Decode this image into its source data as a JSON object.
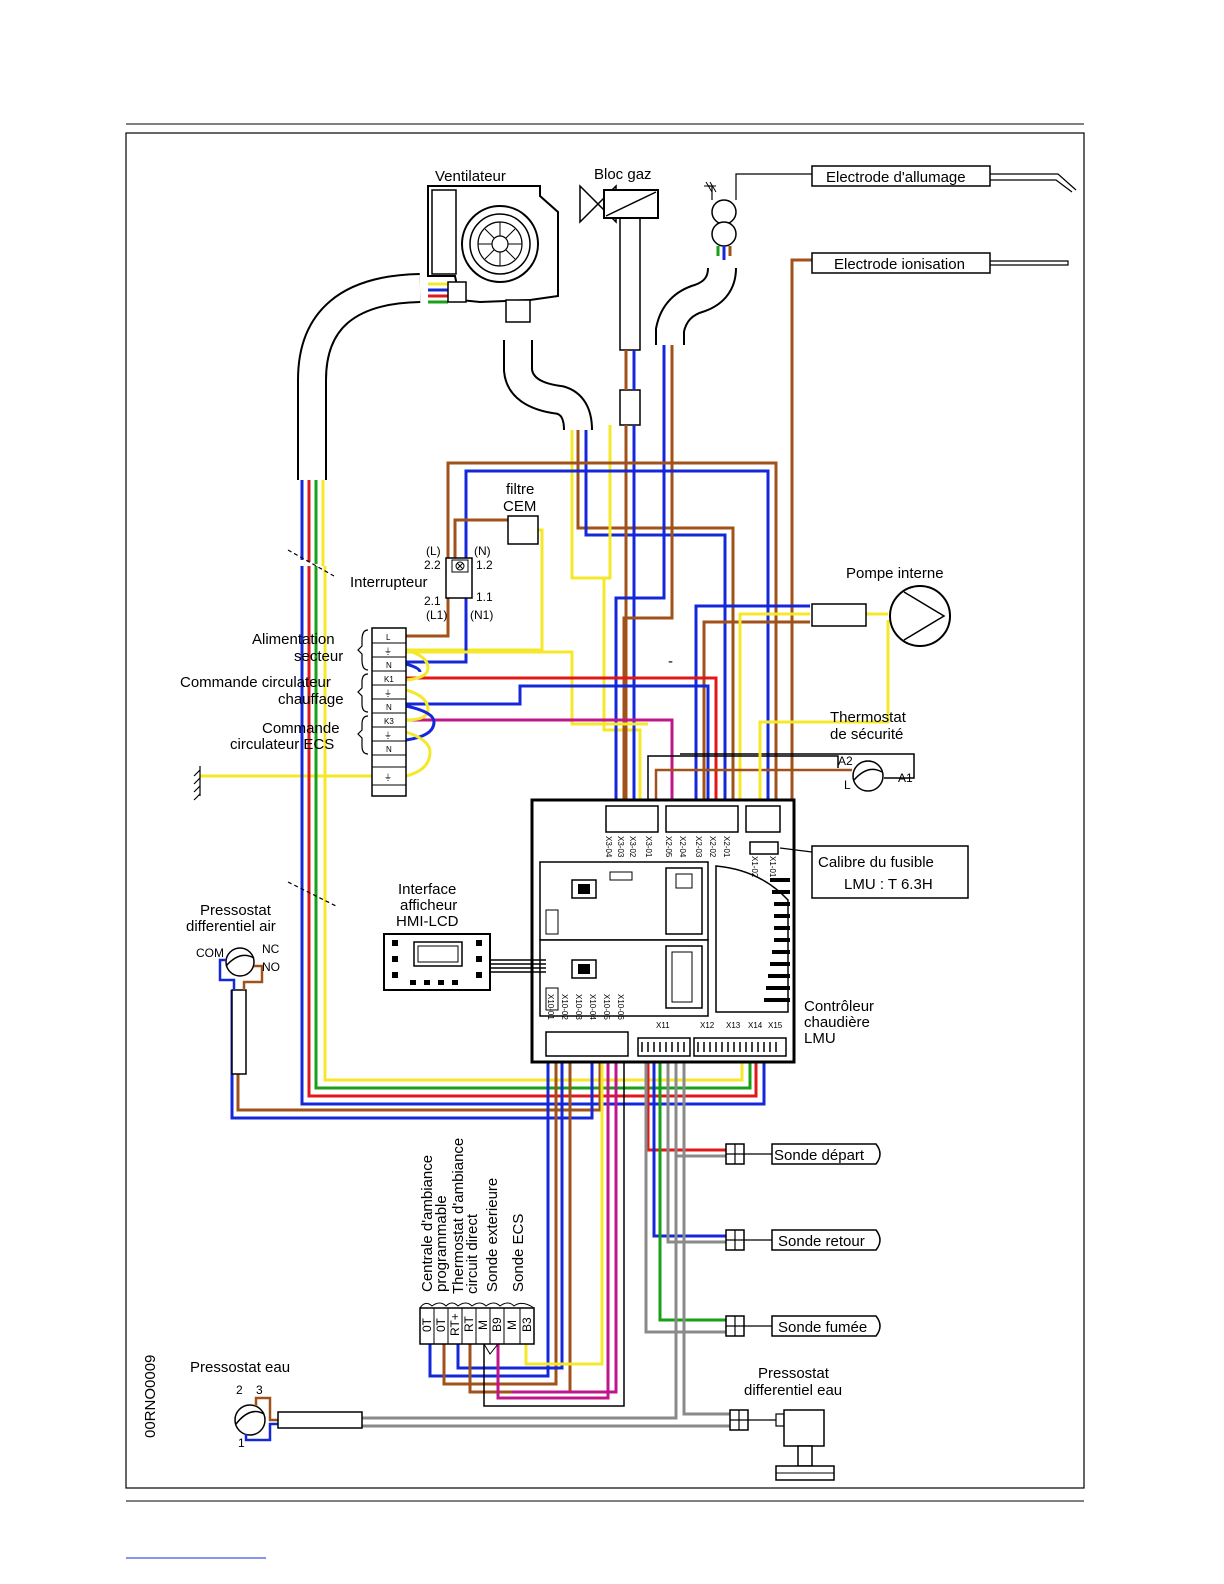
{
  "components": {
    "ventilateur": "Ventilateur",
    "bloc_gaz": "Bloc gaz",
    "electrode_allumage": "Electrode d'allumage",
    "electrode_ionisation": "Electrode ionisation",
    "filtre_line1": "filtre",
    "filtre_line2": "CEM",
    "interrupteur": "Interrupteur",
    "pompe": "Pompe interne",
    "thermostat_line1": "Thermostat",
    "thermostat_line2": "de sécurité",
    "calibre_line1": "Calibre  du fusible",
    "calibre_line2": "LMU : T 6.3H",
    "interface_line1": "Interface",
    "interface_line2": "afficheur",
    "interface_line3": "HMI-LCD",
    "pressostat_air_line1": "Pressostat",
    "pressostat_air_line2": "differentiel air",
    "controleur_line1": "Contrôleur",
    "controleur_line2": "chaudière",
    "controleur_line3": "LMU",
    "sonde_depart": "Sonde départ",
    "sonde_retour": "Sonde retour",
    "sonde_fumee": "Sonde fumée",
    "pressostat_eau": "Pressostat eau",
    "pressostat_diff_eau_line1": "Pressostat",
    "pressostat_diff_eau_line2": "differentiel eau",
    "doc_code": "00RNO0009",
    "dash": "-"
  },
  "terminal_groups": {
    "alim_line1": "Alimentation",
    "alim_line2": "secteur",
    "chauffage_line1": "Commande circulateur",
    "chauffage_line2": "chauffage",
    "ecs_line1": "Commande",
    "ecs_line2": "circulateur ECS"
  },
  "terminals": [
    "L",
    "⏚",
    "N",
    "K1",
    "⏚",
    "N",
    "K3",
    "⏚",
    "N",
    "",
    "⏚"
  ],
  "switch_pins": {
    "l": "(L)",
    "n": "(N)",
    "p22": "2.2",
    "p12": "1.2",
    "p21": "2.1",
    "p11": "1.1",
    "l1": "(L1)",
    "n1": "(N1)"
  },
  "thermostat_pins": {
    "a2": "A2",
    "a1": "A1",
    "l": "L"
  },
  "pressostat_air_pins": {
    "com": "COM",
    "nc": "NC",
    "no": "NO"
  },
  "pressostat_eau_pins": {
    "p2": "2",
    "p3": "3",
    "p1": "1"
  },
  "connectors_top": [
    "X3-04",
    "X3-03",
    "X3-02",
    "X3-01",
    "X2-05",
    "X2-04",
    "X2-03",
    "X2-02",
    "X2-01",
    "X1-02",
    "X1-01"
  ],
  "connectors_bottom": [
    "X10-01",
    "X10-02",
    "X10-03",
    "X10-04",
    "X10-05",
    "X10-06"
  ],
  "bus_connectors": [
    "X11",
    "X12",
    "X13",
    "X14",
    "X15"
  ],
  "external_labels": [
    "Centrale d'ambiance",
    "programmable",
    "Thermostat d'ambiance",
    "circuit direct",
    "Sonde exterieure",
    "Sonde ECS"
  ],
  "external_terminals": [
    "0T",
    "0T",
    "RT+",
    "RT",
    "M",
    "B9",
    "M",
    "B3"
  ],
  "wire_colors": {
    "brown": "#a0521a",
    "blue": "#1428d8",
    "yellow": "#f5e82a",
    "green": "#18a018",
    "red": "#e01818",
    "magenta": "#c0168c",
    "grey": "#8a8a8a"
  }
}
